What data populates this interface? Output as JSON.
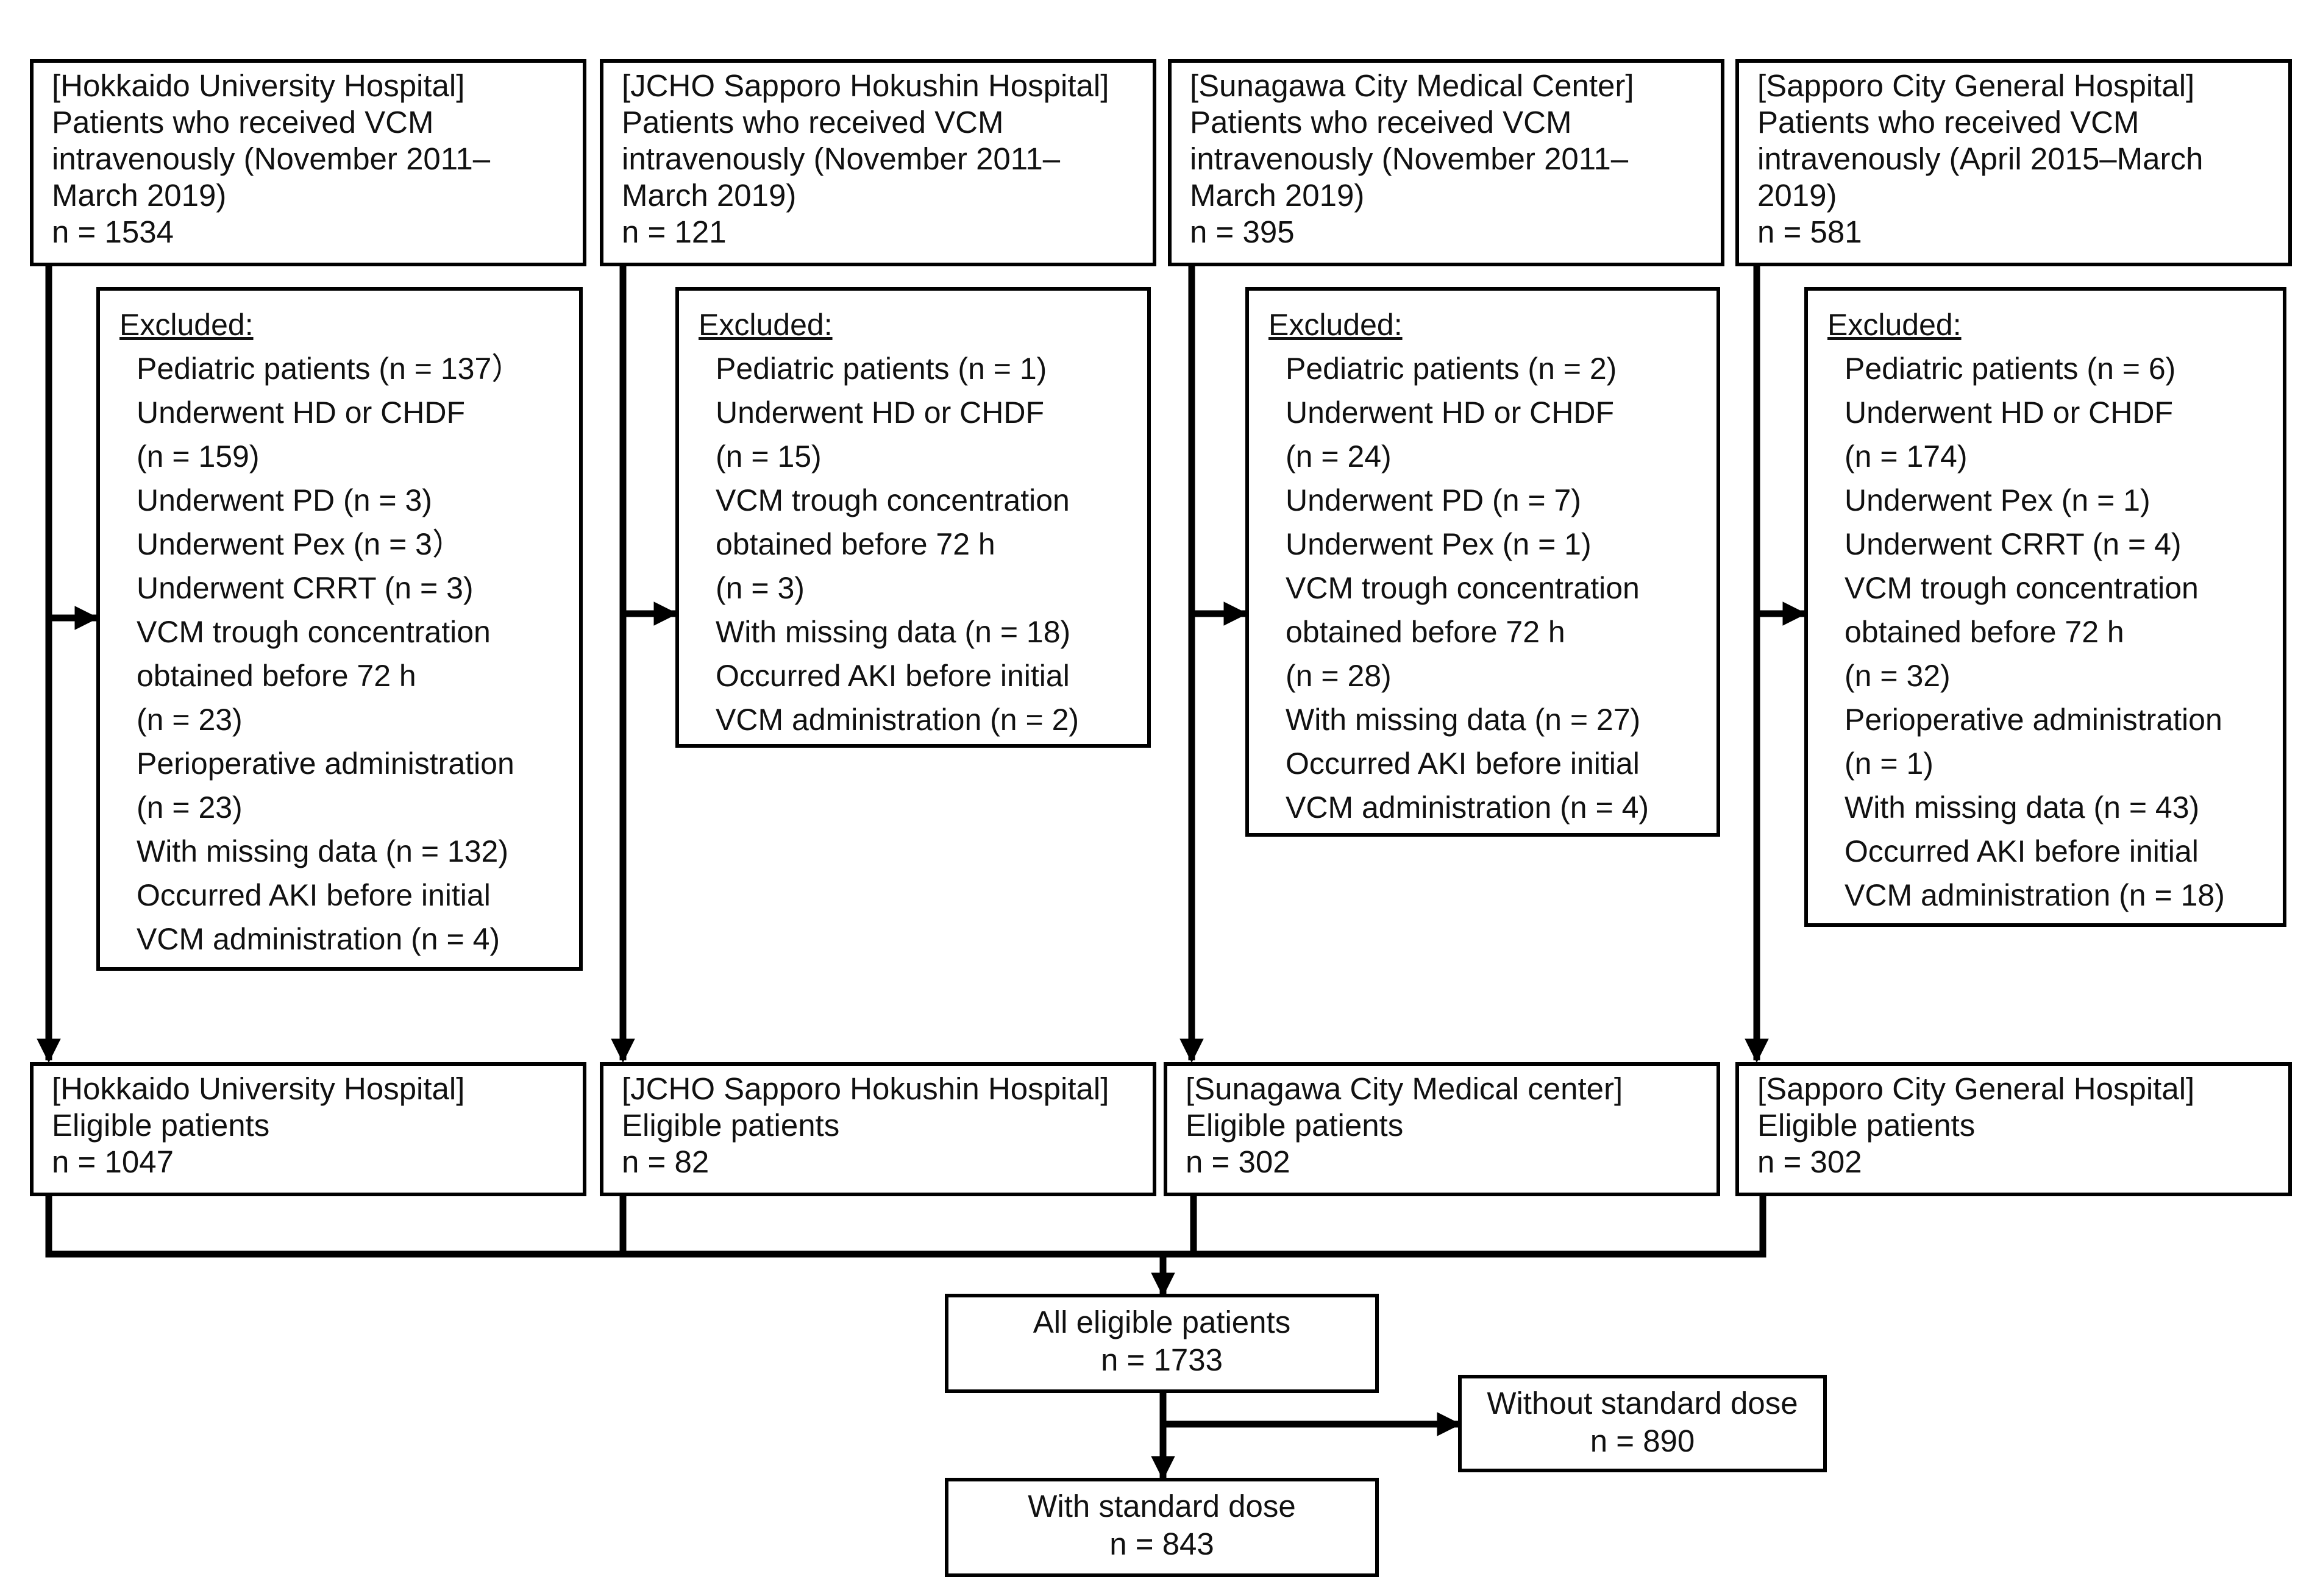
{
  "sources": [
    {
      "lines": [
        "[Hokkaido University Hospital]",
        "Patients who received VCM",
        "intravenously (November 2011–",
        "March 2019)",
        "n = 1534"
      ]
    },
    {
      "lines": [
        "[JCHO Sapporo Hokushin Hospital]",
        "Patients who received VCM",
        "intravenously (November 2011–",
        "March 2019)",
        "n = 121"
      ]
    },
    {
      "lines": [
        "[Sunagawa City Medical Center]",
        "Patients who received VCM",
        "intravenously (November 2011–",
        "March 2019)",
        "n = 395"
      ]
    },
    {
      "lines": [
        "[Sapporo City General Hospital]",
        "Patients who received VCM",
        "intravenously (April 2015–March",
        "2019)",
        "n = 581"
      ]
    }
  ],
  "excluded": [
    {
      "heading": "Excluded:",
      "items": [
        "Pediatric patients (n = 137）",
        "Underwent HD or CHDF",
        "(n = 159)",
        "Underwent PD (n = 3)",
        "Underwent Pex (n = 3）",
        "Underwent CRRT (n = 3)",
        "VCM trough concentration",
        "obtained before 72 h",
        "(n = 23)",
        "Perioperative administration",
        "(n = 23)",
        "With missing data (n = 132)",
        "Occurred AKI before initial",
        "VCM administration (n = 4)"
      ]
    },
    {
      "heading": "Excluded:",
      "items": [
        "Pediatric patients (n = 1)",
        "Underwent HD or CHDF",
        "(n = 15)",
        "VCM trough concentration",
        "obtained before 72 h",
        "(n = 3)",
        "With missing data (n = 18)",
        "Occurred AKI before initial",
        "VCM administration (n = 2)"
      ]
    },
    {
      "heading": "Excluded:",
      "items": [
        "Pediatric patients (n = 2)",
        "Underwent HD or CHDF",
        "(n = 24)",
        "Underwent PD (n = 7)",
        "Underwent Pex (n = 1)",
        "VCM trough concentration",
        "obtained before 72 h",
        " (n = 28)",
        "With missing data (n = 27)",
        "Occurred AKI before initial",
        "VCM administration  (n = 4)"
      ]
    },
    {
      "heading": "Excluded:",
      "items": [
        "Pediatric patients (n = 6)",
        "Underwent HD or CHDF",
        "(n = 174)",
        "Underwent Pex (n = 1)",
        "Underwent CRRT (n = 4)",
        "VCM trough concentration",
        "obtained before 72 h",
        "(n = 32)",
        "Perioperative administration",
        "(n = 1)",
        "With missing data (n = 43)",
        "Occurred AKI before initial",
        "VCM administration (n = 18)"
      ]
    }
  ],
  "eligible": [
    {
      "lines": [
        "[Hokkaido University Hospital]",
        "Eligible patients",
        "n = 1047"
      ]
    },
    {
      "lines": [
        "[JCHO Sapporo Hokushin Hospital]",
        "Eligible patients",
        "n = 82"
      ]
    },
    {
      "lines": [
        "[Sunagawa City Medical center]",
        "Eligible patients",
        "n = 302"
      ]
    },
    {
      "lines": [
        "[Sapporo City General Hospital]",
        "Eligible patients",
        "n = 302"
      ]
    }
  ],
  "all_eligible": {
    "lines": [
      "All eligible patients",
      "n = 1733"
    ]
  },
  "without_standard": {
    "lines": [
      "Without standard dose",
      "n = 890"
    ]
  },
  "with_standard": {
    "lines": [
      "With standard dose",
      "n = 843"
    ]
  }
}
